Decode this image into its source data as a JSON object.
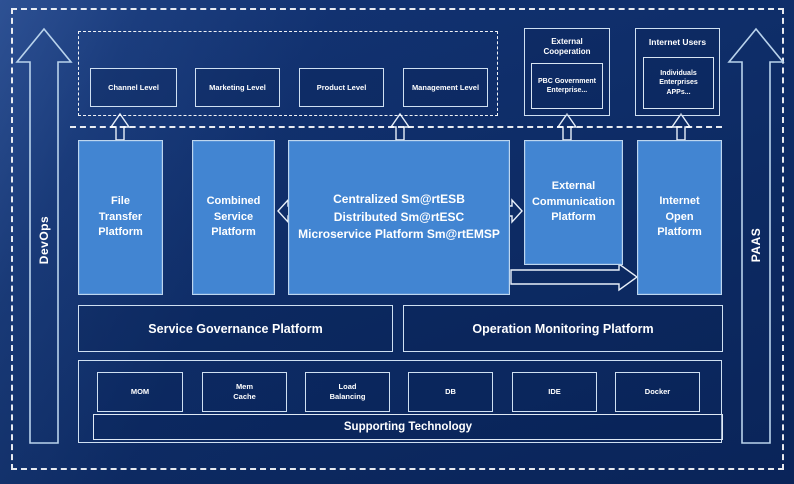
{
  "colors": {
    "background": "#0d2b64",
    "platform_fill": "#4285d2",
    "platform_border": "#bdd6ef",
    "outline": "#ffffff"
  },
  "rails": {
    "left_label": "DevOps",
    "right_label": "PAAS"
  },
  "levels": {
    "items": [
      "Channel Level",
      "Marketing Level",
      "Product Level",
      "Management Level"
    ]
  },
  "external_cooperation": {
    "title": "External\nCooperation",
    "member": "PBC Government\nEnterprise..."
  },
  "internet_users": {
    "title": "Internet Users",
    "member": "Individuals\nEnterprises\nAPPs..."
  },
  "platforms": {
    "file_transfer": "File\nTransfer\nPlatform",
    "combined_service": "Combined\nService\nPlatform",
    "central": "Centralized Sm@rtESB\nDistributed Sm@rtESC\nMicroservice Platform Sm@rtEMSP",
    "external_communication": "External\nCommunication\nPlatform",
    "internet_open": "Internet\nOpen\nPlatform"
  },
  "governance": {
    "label": "Service Governance Platform"
  },
  "monitoring": {
    "label": "Operation Monitoring Platform"
  },
  "supporting": {
    "items": [
      "MOM",
      "Mem\nCache",
      "Load\nBalancing",
      "DB",
      "IDE",
      "Docker"
    ],
    "bar_label": "Supporting Technology"
  }
}
